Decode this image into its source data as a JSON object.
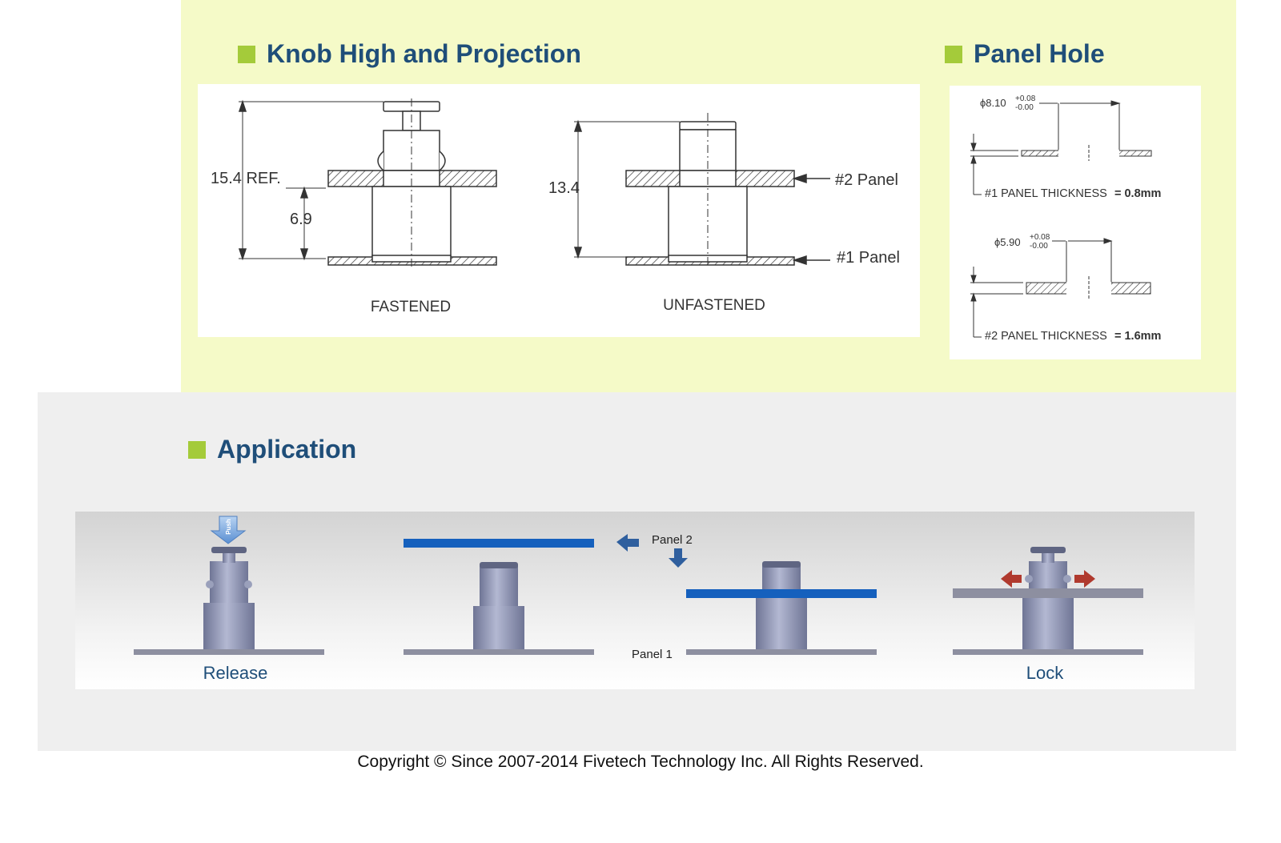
{
  "sections": {
    "knob": {
      "title": "Knob High and Projection"
    },
    "panel_hole": {
      "title": "Panel Hole"
    },
    "application": {
      "title": "Application"
    }
  },
  "knob_diagram": {
    "fastened": {
      "label": "FASTENED",
      "height_ref": "15.4 REF.",
      "height_inner": "6.9"
    },
    "unfastened": {
      "label": "UNFASTENED",
      "height": "13.4"
    },
    "panel2_label": "#2 Panel",
    "panel1_label": "#1 Panel"
  },
  "panel_hole_diagram": {
    "hole1": {
      "diameter": "ϕ8.10",
      "tol_plus": "+0.08",
      "tol_minus": "-0.00",
      "thickness_label": "#1 PANEL THICKNESS",
      "thickness_value": "= 0.8mm"
    },
    "hole2": {
      "diameter": "ϕ5.90",
      "tol_plus": "+0.08",
      "tol_minus": "-0.00",
      "thickness_label": "#2 PANEL THICKNESS",
      "thickness_value": "= 1.6mm"
    }
  },
  "application_strip": {
    "push_label": "Push",
    "panel2_label": "Panel 2",
    "panel1_label": "Panel 1",
    "release_label": "Release",
    "lock_label": "Lock"
  },
  "footer": {
    "copyright": "Copyright © Since 2007-2014 Fivetech Technology Inc. All Rights Reserved."
  },
  "colors": {
    "lime_band": "#f5fac8",
    "accent_square": "#a4cb3a",
    "heading": "#1f4e79",
    "panel_blue": "#1560bd",
    "arrow_red": "#b03a2e",
    "arrow_blue": "#2f5f9e"
  }
}
